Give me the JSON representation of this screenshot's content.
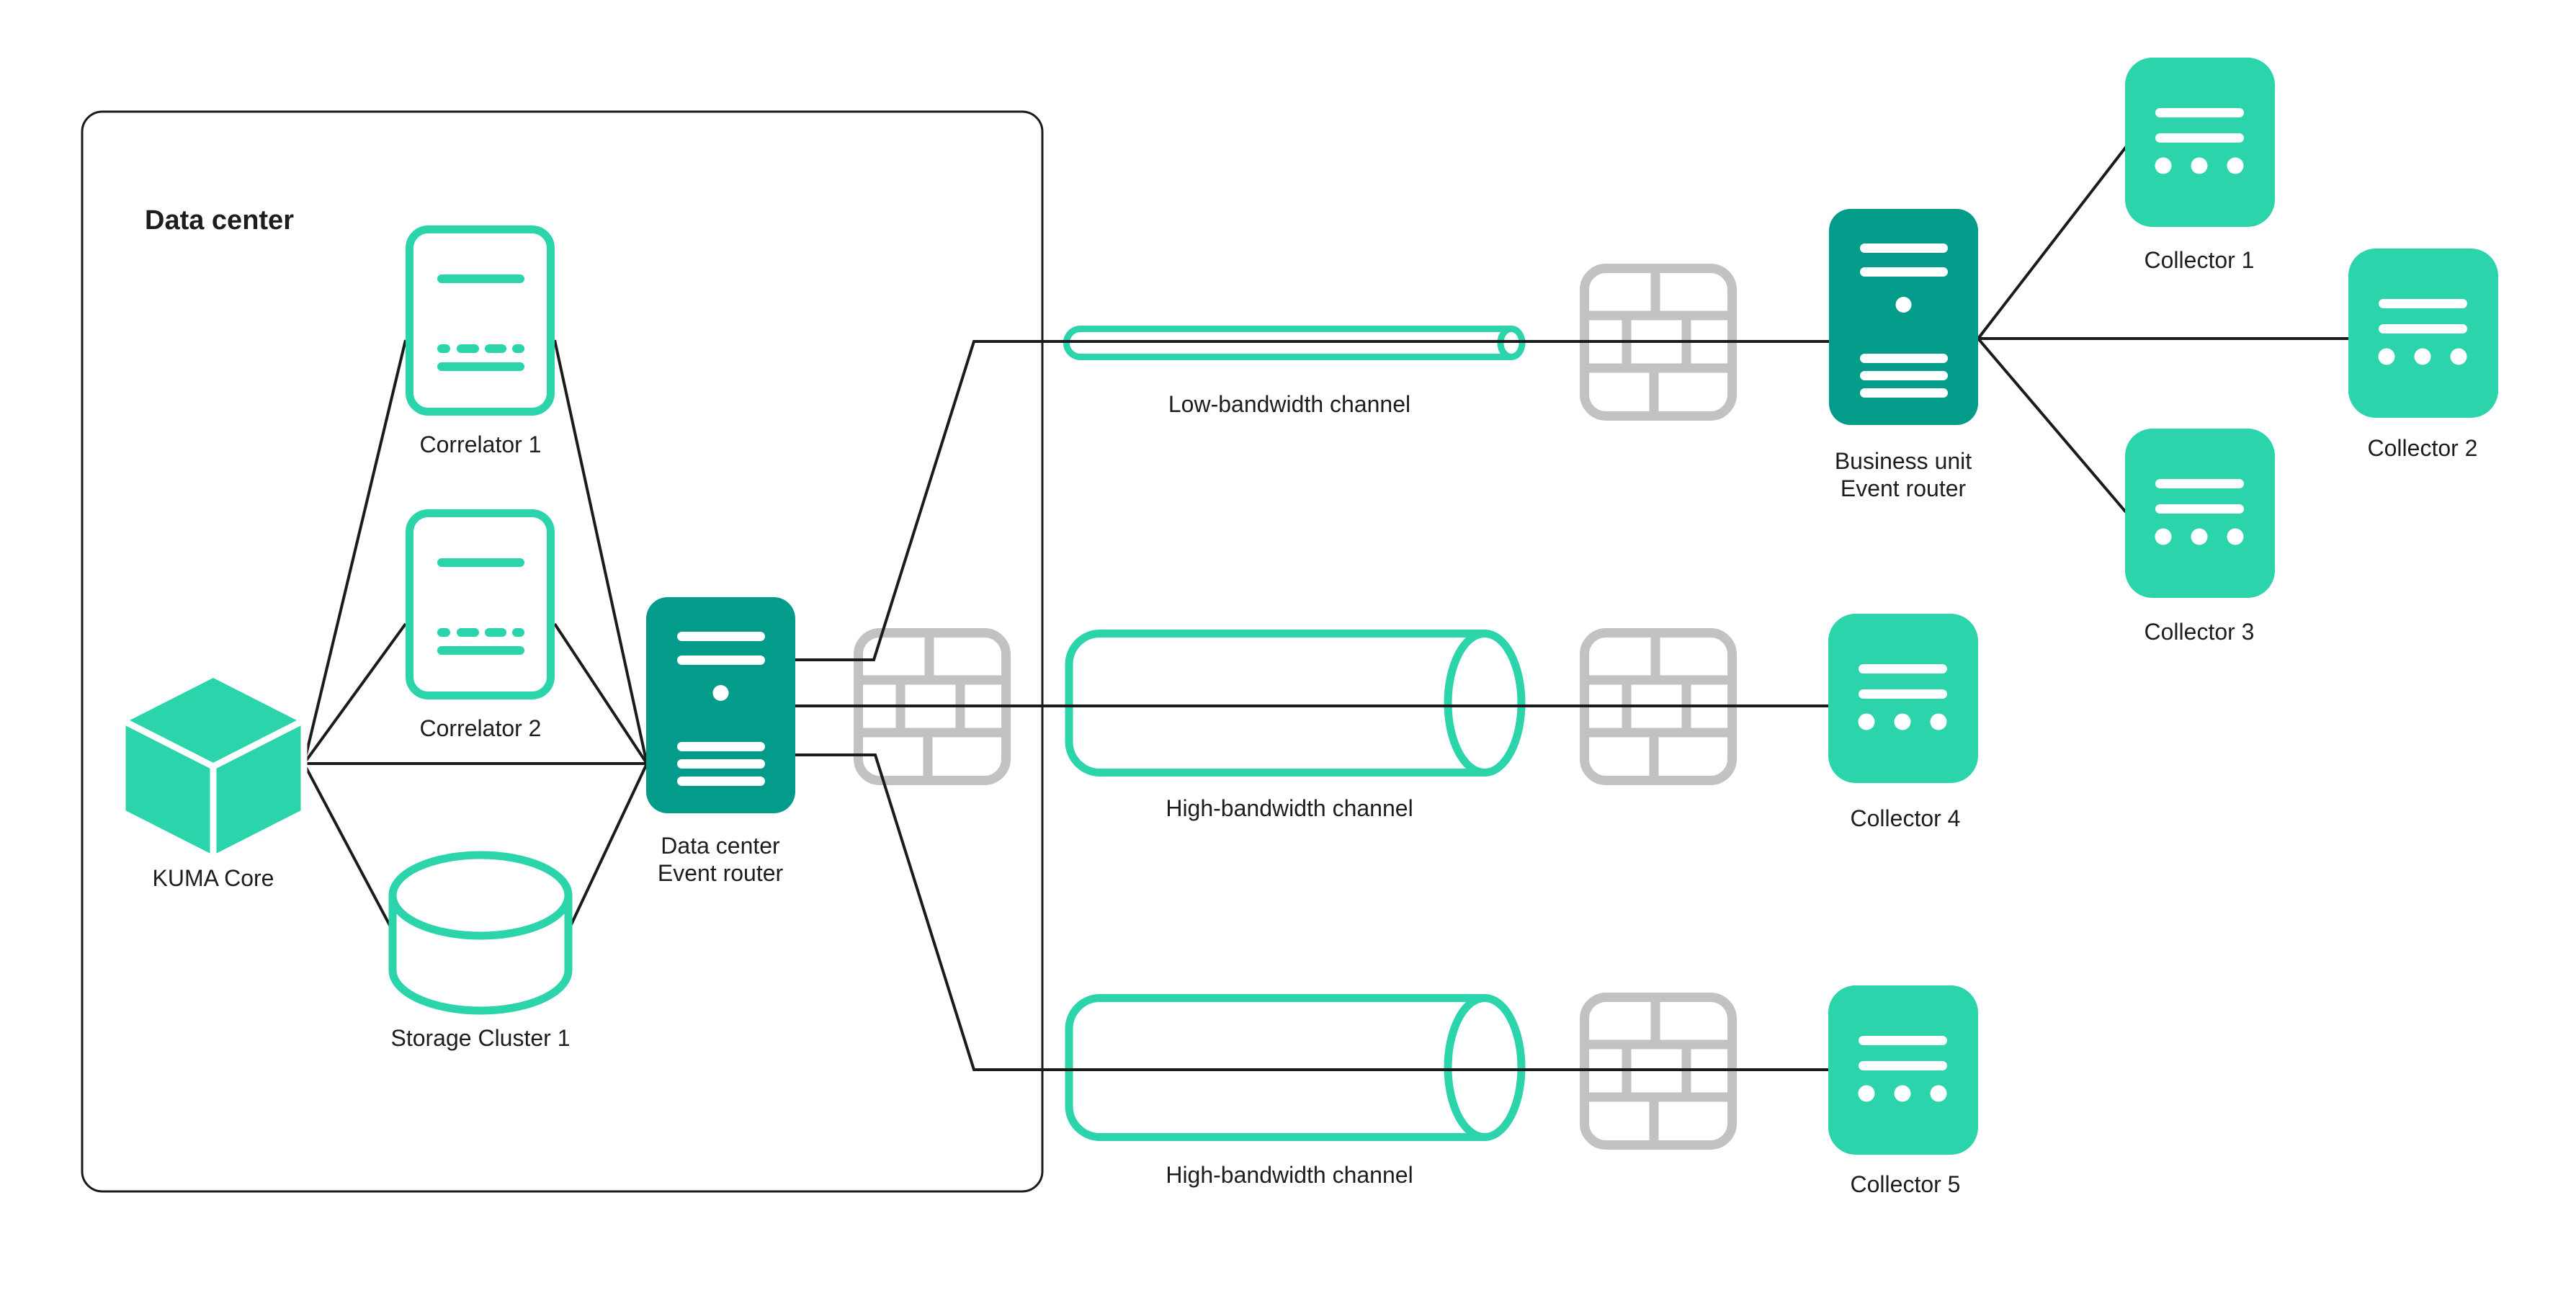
{
  "diagram": {
    "colors": {
      "teal_bright": "#2BD4AB",
      "teal_dark": "#039C8A",
      "firewall_gray": "#C2C2C2",
      "line": "#1B1B1B",
      "text": "#1D1D1D"
    },
    "datacenter_box": {
      "title": "Data center"
    },
    "nodes": {
      "correlator_1": {
        "label": "Correlator 1"
      },
      "correlator_2": {
        "label": "Correlator 2"
      },
      "kuma_core": {
        "label": "KUMA Core"
      },
      "storage_cluster_1": {
        "label": "Storage Cluster 1"
      },
      "dc_event_router": {
        "label_line1": "Data center",
        "label_line2": "Event router"
      },
      "bu_event_router": {
        "label_line1": "Business unit",
        "label_line2": "Event router"
      },
      "collector_1": {
        "label": "Collector 1"
      },
      "collector_2": {
        "label": "Collector 2"
      },
      "collector_3": {
        "label": "Collector 3"
      },
      "collector_4": {
        "label": "Collector 4"
      },
      "collector_5": {
        "label": "Collector 5"
      }
    },
    "channels": {
      "low": {
        "label": "Low-bandwidth channel"
      },
      "high_mid": {
        "label": "High-bandwidth channel"
      },
      "high_bottom": {
        "label": "High-bandwidth channel"
      }
    },
    "icons": {
      "kuma_core": "cube-icon",
      "correlator": "document-outline-icon",
      "storage": "database-cylinder-icon",
      "event_router": "server-icon",
      "collector": "collector-card-icon",
      "firewall": "brick-wall-icon",
      "channel": "pipe-icon"
    }
  }
}
